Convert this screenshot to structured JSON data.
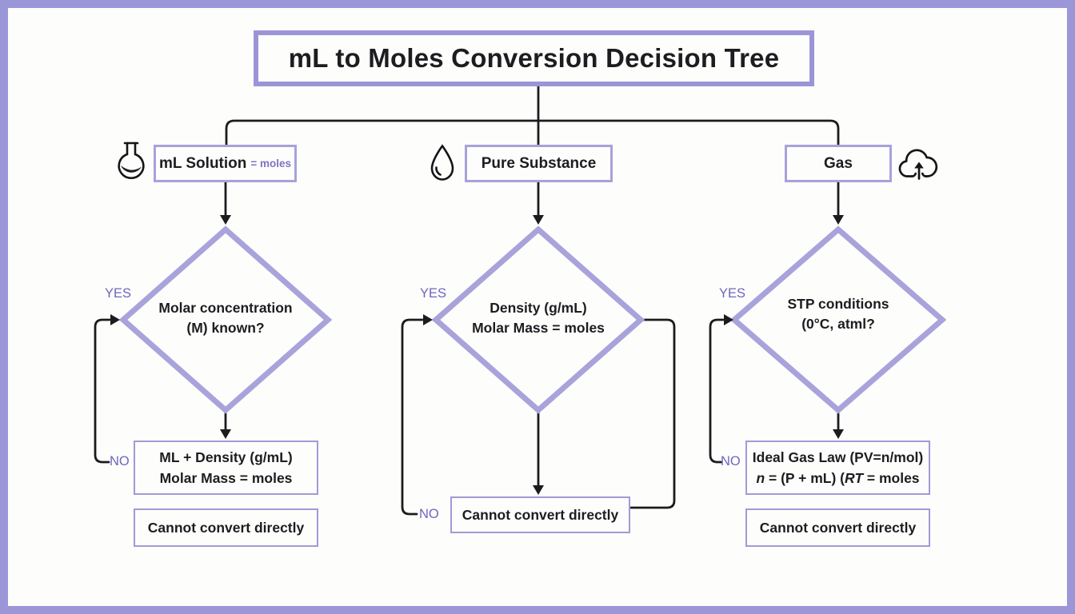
{
  "title": "mL to Moles Conversion Decision Tree",
  "colors": {
    "frame_purple": "#9b96d8",
    "diamond_purple": "#a8a3db",
    "box_border_purple": "#a09bd6",
    "label_purple": "#6e66bd",
    "line_black": "#1c1c1f",
    "text_black": "#1d1d21",
    "background": "#fdfdfc"
  },
  "icons": [
    "flask-icon",
    "droplet-icon",
    "cloud-upload-icon"
  ],
  "branches": [
    {
      "header": "mL Solution",
      "header_suffix": "= moles",
      "icon": "flask-icon",
      "yes_label": "YES",
      "no_label": "NO",
      "decision": {
        "line1": "Molar concentration",
        "line2": "(M) known?"
      },
      "result": {
        "line1": "ML + Density (g/mL)",
        "line2": "Molar Mass = moles"
      },
      "fallback": "Cannot convert directly"
    },
    {
      "header": "Pure Substance",
      "icon": "droplet-icon",
      "yes_label": "YES",
      "no_label": "NO",
      "decision": {
        "line1": "Density (g/mL)",
        "line2": "Molar Mass = moles"
      },
      "fallback": "Cannot convert directly"
    },
    {
      "header": "Gas",
      "icon": "cloud-upload-icon",
      "yes_label": "YES",
      "no_label": "NO",
      "decision": {
        "line1": "STP conditions",
        "line2": "(0°C, atml?"
      },
      "result": {
        "line1": "Ideal Gas Law (PV=n/mol)",
        "l2a": "n",
        "l2b": " = (P + mL) (",
        "l2c": "RT",
        "l2d": " = moles"
      },
      "fallback": "Cannot convert directly"
    }
  ]
}
